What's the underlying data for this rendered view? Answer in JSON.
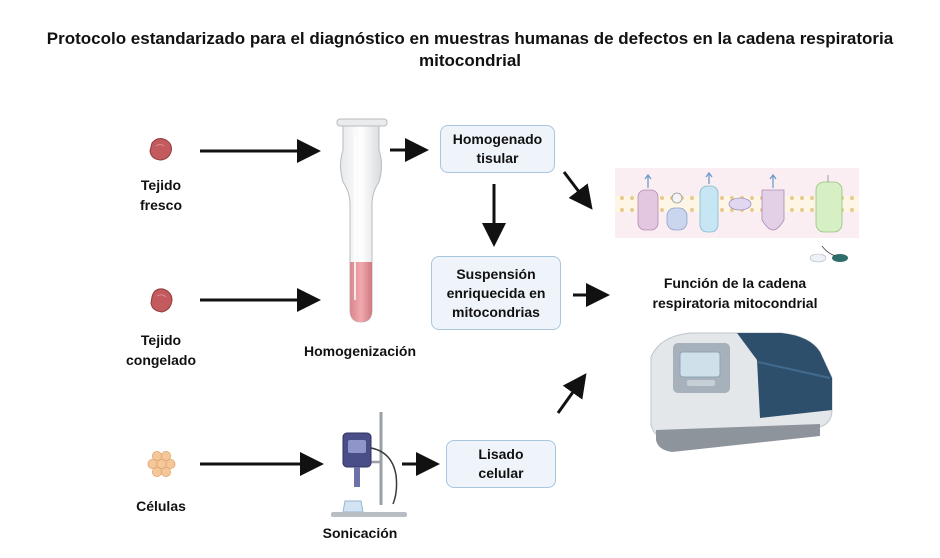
{
  "title": "Protocolo estandarizado para el diagnóstico en muestras humanas de defectos en la cadena respiratoria mitocondrial",
  "sources": {
    "fresh": "Tejido\nfresco",
    "frozen": "Tejido\ncongelado",
    "cells": "Células"
  },
  "steps": {
    "homogenization": "Homogenización",
    "sonication": "Sonicación"
  },
  "boxes": {
    "tissue_homogenate": "Homogenado\ntisular",
    "mito_suspension": "Suspensión\nenriquecida en\nmitocondrias",
    "cell_lysate": "Lisado\ncelular"
  },
  "result": "Función de la cadena\nrespiratoria mitocondrial",
  "colors": {
    "tissue": "#c25a5e",
    "cells": "#f4c79a",
    "box_fill": "#eef4fa",
    "box_border": "#a9c6df",
    "arrow": "#111111"
  },
  "icons": [
    "tissue-fresh-icon",
    "tissue-frozen-icon",
    "cells-icon",
    "tube-icon",
    "sonicator-icon",
    "respiratory-chain-icon",
    "spectrophotometer-icon"
  ]
}
